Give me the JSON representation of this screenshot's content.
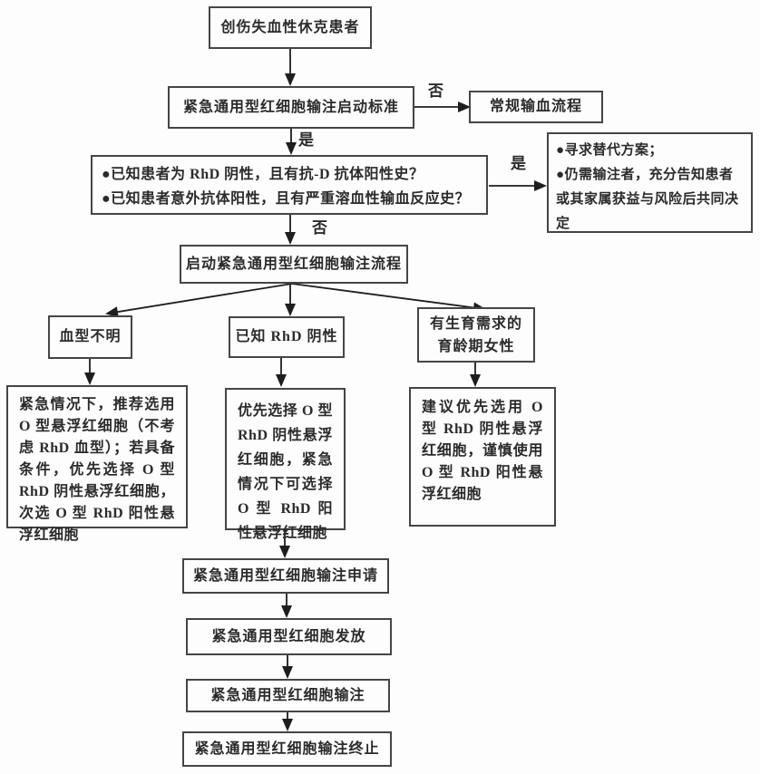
{
  "colors": {
    "ink": "#2b2b2b",
    "border": "#454545",
    "background": "#fdfdfd"
  },
  "diagram": {
    "nodes": {
      "patient": "创伤失血性休克患者",
      "criteria": "紧急通用型红细胞输注启动标准",
      "routine": "常规输血流程",
      "decision_line1": "●已知患者为 RhD 阴性，且有抗-D 抗体阳性史？",
      "decision_line2": "●已知患者意外抗体阳性，且有严重溶血性输血反应史？",
      "alternative_line1": "●寻求替代方案；",
      "alternative_line2": "●仍需输注者，充分告知患者或其家属获益与风险后共同决定",
      "start_process": "启动紧急通用型红细胞输注流程",
      "branch_unknown": "血型不明",
      "branch_rhd_negative": "已知 RhD 阴性",
      "branch_childbearing": "有生育需求的育龄期女性",
      "detail_unknown": "紧急情况下，推荐选用 O 型悬浮红细胞（不考虑 RhD 血型）；若具备条件，优先选择 O 型 RhD 阴性悬浮红细胞，次选 O 型 RhD 阳性悬浮红细胞",
      "detail_rhd_negative": "优先选择 O 型 RhD 阴性悬浮红细胞，紧急情况下可选择 O 型 RhD 阳性悬浮红细胞",
      "detail_childbearing": "建议优先选用 O 型 RhD 阴性悬浮红细胞，谨慎使用 O 型 RhD 阳性悬浮红细胞",
      "apply": "紧急通用型红细胞输注申请",
      "issue": "紧急通用型红细胞发放",
      "transfuse": "紧急通用型红细胞输注",
      "terminate": "紧急通用型红细胞输注终止"
    },
    "labels": {
      "no_routine": "否",
      "yes_criteria": "是",
      "yes_alternative": "是",
      "no_start": "否"
    }
  }
}
